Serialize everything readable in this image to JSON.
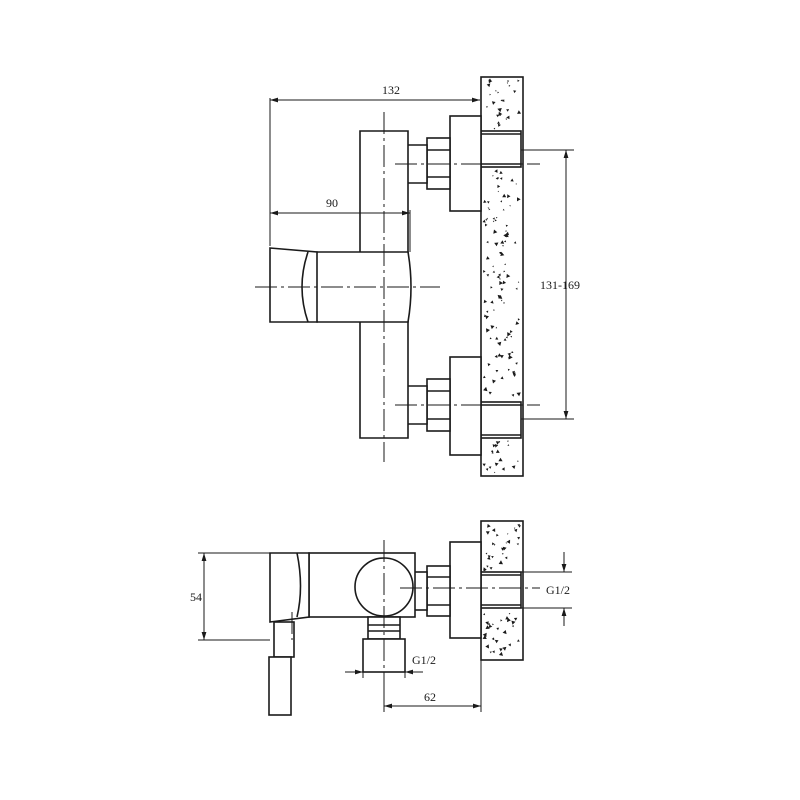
{
  "dimensions": {
    "front_width": "132",
    "handle_depth": "90",
    "centers": "131-169",
    "height": "54",
    "inlet_thread_right": "G1/2",
    "outlet_thread": "G1/2",
    "outlet_offset": "62"
  }
}
